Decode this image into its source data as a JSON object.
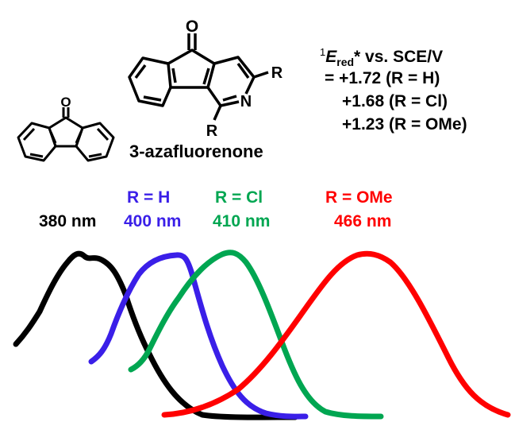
{
  "structures": {
    "fluorenone": {
      "atoms": {
        "O": "O"
      }
    },
    "azafluorenone": {
      "atoms": {
        "O": "O",
        "N": "N",
        "R_top": "R",
        "R_bottom": "R"
      },
      "label": "3-azafluorenone"
    }
  },
  "potentials": {
    "header_pre": "1",
    "header_E": "E",
    "header_sub": "red",
    "header_post": "* vs. SCE/V",
    "lines": [
      "= +1.72 (R = H)",
      "+1.68 (R = Cl)",
      "+1.23 (R = OMe)"
    ]
  },
  "spectra": [
    {
      "label": "",
      "wavelength": "380 nm",
      "color": "#000000"
    },
    {
      "label": "R = H",
      "wavelength": "400 nm",
      "color": "#3a1fe8"
    },
    {
      "label": "R = Cl",
      "wavelength": "410 nm",
      "color": "#00a651"
    },
    {
      "label": "R = OMe",
      "wavelength": "466 nm",
      "color": "#ff0000"
    }
  ]
}
